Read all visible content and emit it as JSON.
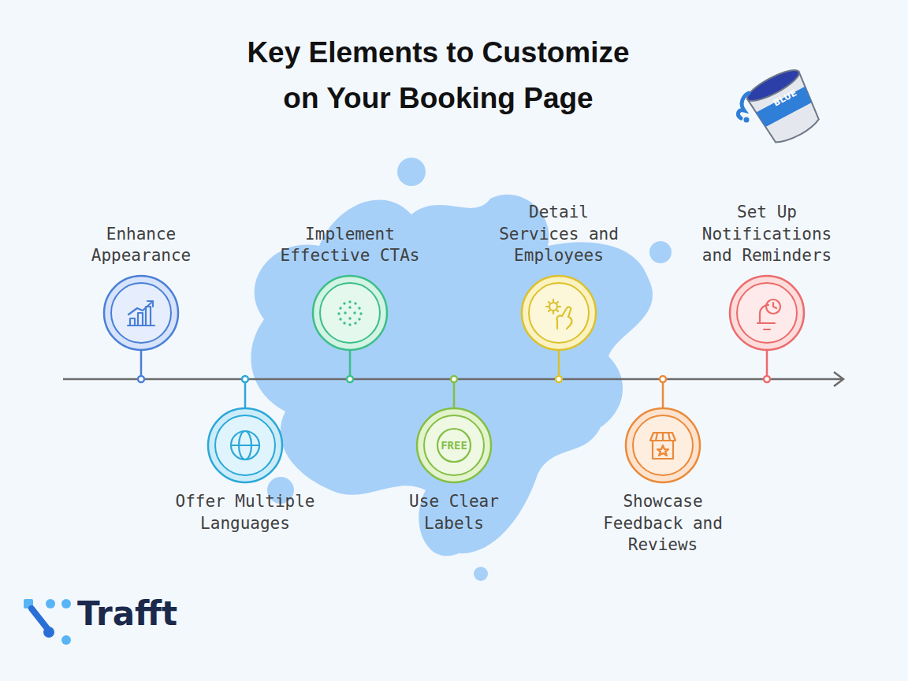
{
  "diagram": {
    "title": "Key Elements to Customize on Your Booking Page",
    "nodes": [
      {
        "text": [
          "Enhance Appearance"
        ]
      },
      {
        "text": [
          "Offer Multiple Languages"
        ]
      },
      {
        "text": [
          "Implement Effective CTAs"
        ]
      },
      {
        "text": [
          "Use Clear Labels",
          "FREE"
        ]
      },
      {
        "text": [
          "Detail Services and Employees"
        ]
      },
      {
        "text": [
          "Showcase Feedback and Reviews"
        ]
      },
      {
        "text": [
          "Set Up Notifications and Reminders"
        ]
      }
    ],
    "labels": [
      "BLUE",
      "Trafft"
    ]
  }
}
